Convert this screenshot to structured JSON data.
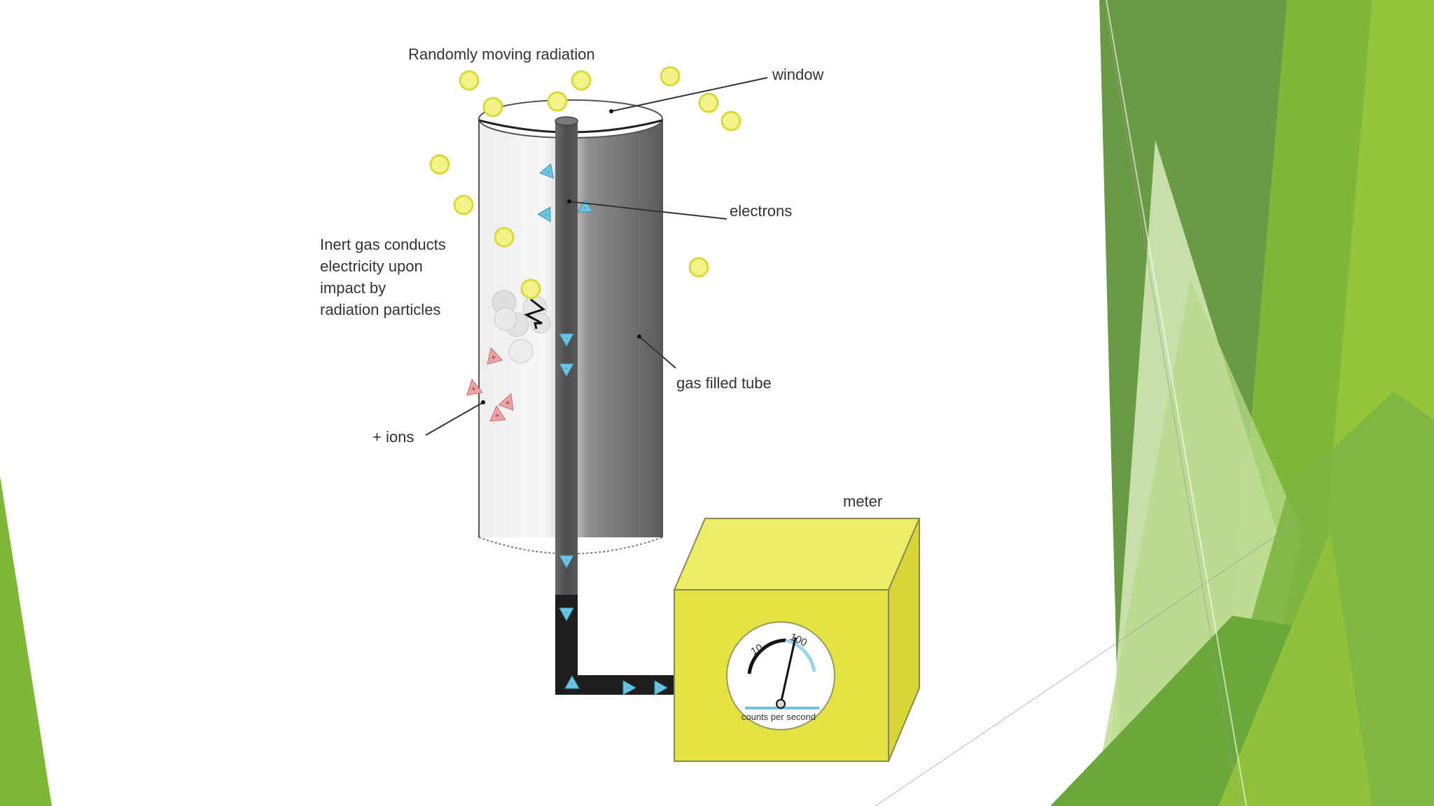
{
  "labels": {
    "radiation": "Randomly moving radiation",
    "window": "window",
    "electrons": "electrons",
    "inert_gas_line1": "Inert gas conducts",
    "inert_gas_line2": "electricity upon",
    "inert_gas_line3": "impact by",
    "inert_gas_line4": "radiation particles",
    "gas_tube": "gas filled tube",
    "ions": "+ ions",
    "meter": "meter"
  },
  "dial": {
    "tick_low": "10",
    "tick_high": "100",
    "caption": "counts per second"
  },
  "colors": {
    "green_dark": "#6a9a45",
    "green_mid": "#7fb63a",
    "green_light": "#9ccb3b",
    "green_pale": "#d9ebbb",
    "meter_yellow": "#e3e344",
    "particle_yellow": "#f3f38a",
    "electron_blue": "#6cc4e3",
    "ion_pink": "#eda4a4"
  },
  "icons": {
    "particle": "yellow-circle-icon",
    "electron": "blue-triangle-icon",
    "ion": "pink-triangle-icon",
    "lightning": "lightning-bolt-icon"
  }
}
